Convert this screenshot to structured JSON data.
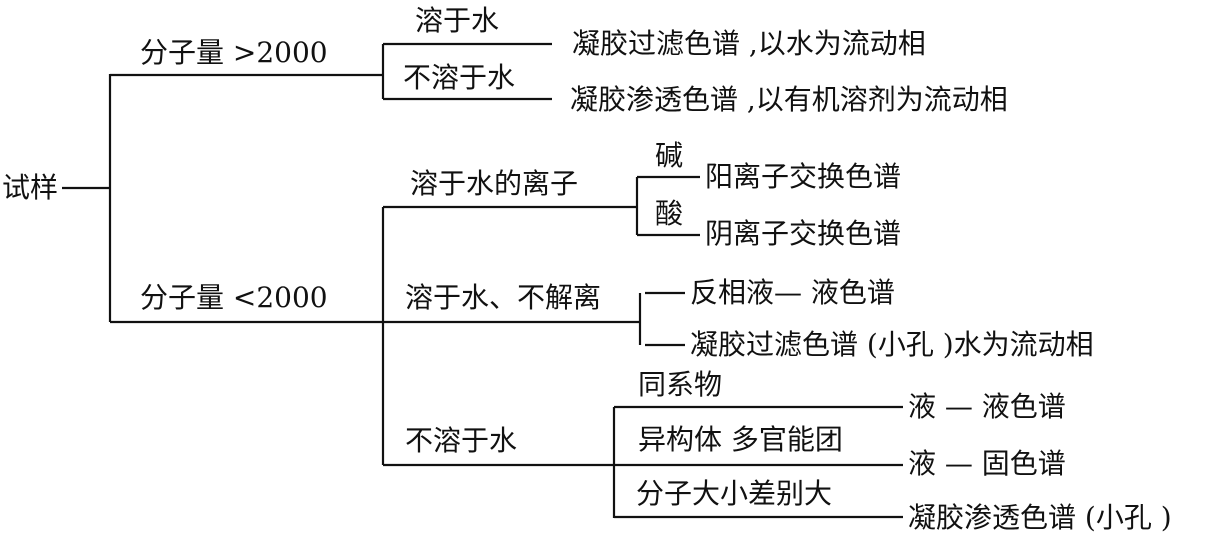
{
  "root": "试样",
  "branches": [
    {
      "label": "分子量 >2000",
      "children": [
        {
          "label": "溶于水",
          "result": "凝胶过滤色谱 ,以水为流动相"
        },
        {
          "label": "不溶于水",
          "result": "凝胶渗透色谱 ,以有机溶剂为流动相"
        }
      ]
    },
    {
      "label": "分子量 <2000",
      "children": [
        {
          "label": "溶于水的离子",
          "children": [
            {
              "label": "碱",
              "result": "阳离子交换色谱"
            },
            {
              "label": "酸",
              "result": "阴离子交换色谱"
            }
          ]
        },
        {
          "label": "溶于水、不解离",
          "results": [
            "反相液— 液色谱",
            "凝胶过滤色谱 (小孔 )水为流动相"
          ]
        },
        {
          "label": "不溶于水",
          "children": [
            {
              "label": "同系物",
              "result": "液 — 液色谱"
            },
            {
              "label": "异构体 多官能团",
              "result": "液 — 固色谱"
            },
            {
              "label": "分子大小差别大",
              "result": "凝胶渗透色谱 (小孔 )"
            }
          ]
        }
      ]
    }
  ]
}
